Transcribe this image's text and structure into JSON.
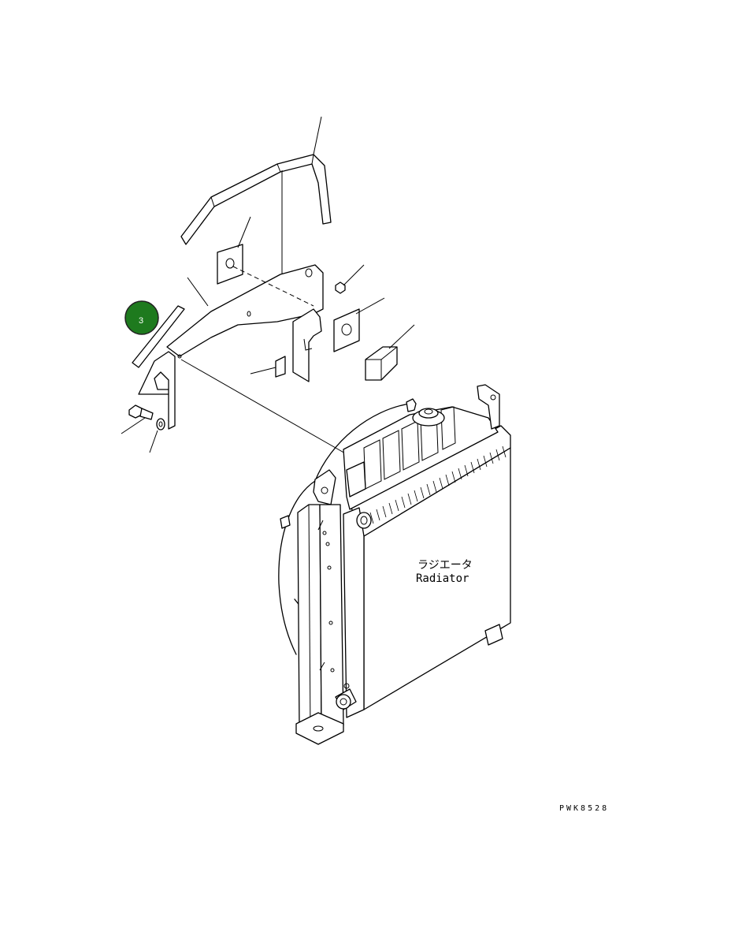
{
  "radiator_label": {
    "japanese": "ラジエータ",
    "english": "Radiator"
  },
  "drawing_code": "PWK8528",
  "callouts": [
    {
      "number": "3",
      "color": "#1e7a1e"
    }
  ]
}
